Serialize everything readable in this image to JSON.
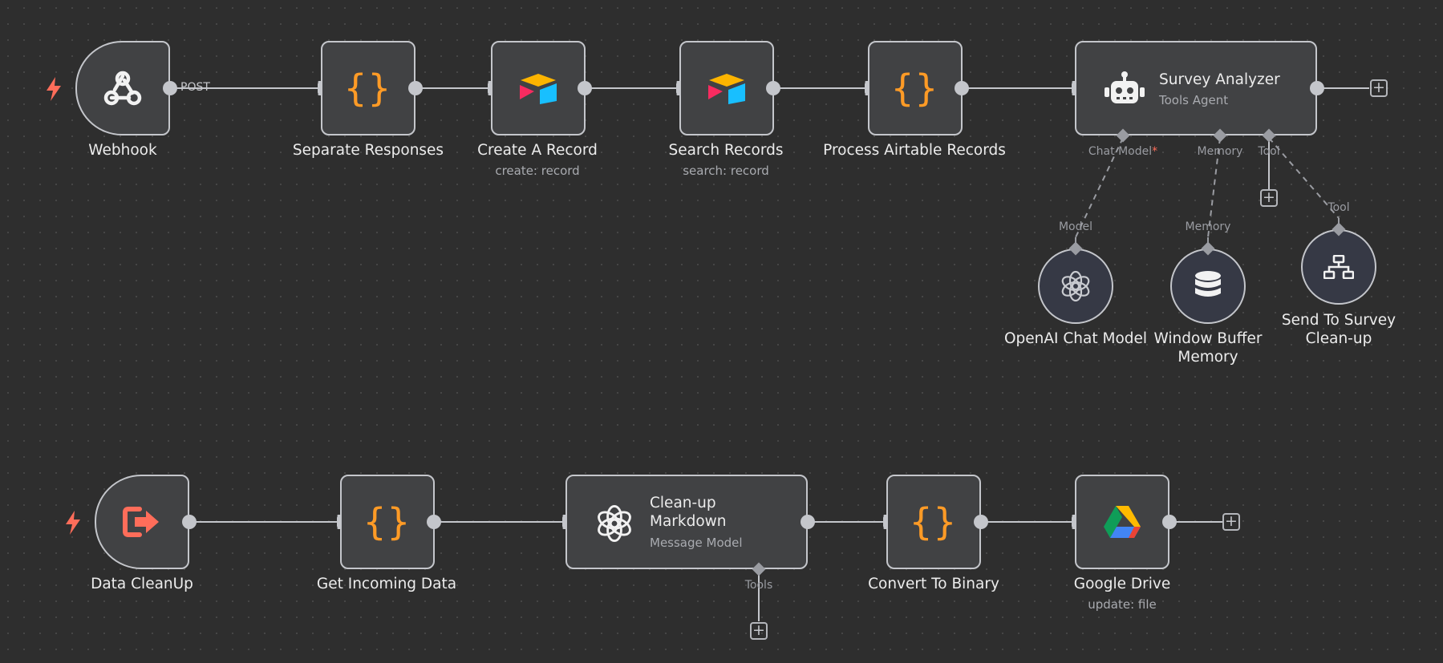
{
  "workflow": {
    "row1": {
      "webhook": {
        "label": "Webhook",
        "edge_label": "POST",
        "icon": "webhook-icon"
      },
      "separate_responses": {
        "label": "Separate Responses",
        "icon": "code-braces-icon"
      },
      "create_record": {
        "label": "Create A Record",
        "sublabel": "create: record",
        "icon": "airtable-icon"
      },
      "search_records": {
        "label": "Search Records",
        "sublabel": "search: record",
        "icon": "airtable-icon"
      },
      "process_records": {
        "label": "Process Airtable Records",
        "icon": "code-braces-icon"
      },
      "survey_analyzer": {
        "title": "Survey Analyzer",
        "subtitle": "Tools Agent",
        "icon": "robot-icon",
        "ports": {
          "chat_model": "Chat Model",
          "required_mark": "*",
          "memory": "Memory",
          "tool": "Tool"
        }
      },
      "openai_chat_model": {
        "label": "OpenAI Chat Model",
        "port": "Model",
        "icon": "openai-icon"
      },
      "window_buffer_memory": {
        "label_line1": "Window Buffer",
        "label_line2": "Memory",
        "port": "Memory",
        "icon": "database-icon"
      },
      "send_to_survey": {
        "label_line1": "Send To Survey",
        "label_line2": "Clean-up",
        "port": "Tool",
        "icon": "workflow-tree-icon"
      }
    },
    "row2": {
      "data_cleanup": {
        "label": "Data CleanUp",
        "icon": "execute-workflow-trigger-icon"
      },
      "get_incoming_data": {
        "label": "Get Incoming Data",
        "icon": "code-braces-icon"
      },
      "cleanup_markdown": {
        "title_line1": "Clean-up",
        "title_line2": "Markdown",
        "subtitle": "Message Model",
        "tools_port": "Tools",
        "icon": "openai-icon"
      },
      "convert_to_binary": {
        "label": "Convert To Binary",
        "icon": "code-braces-icon"
      },
      "google_drive": {
        "label": "Google Drive",
        "sublabel": "update: file",
        "icon": "google-drive-icon"
      }
    },
    "plus_symbol": "+",
    "brace_symbol": "{}",
    "colors": {
      "background": "#2e2e2e",
      "node_fill": "#414244",
      "node_border": "#c4c6cb",
      "code_orange": "#ff9b26",
      "trigger_red": "#ff6d5a",
      "edge": "#c4c6cb"
    }
  }
}
